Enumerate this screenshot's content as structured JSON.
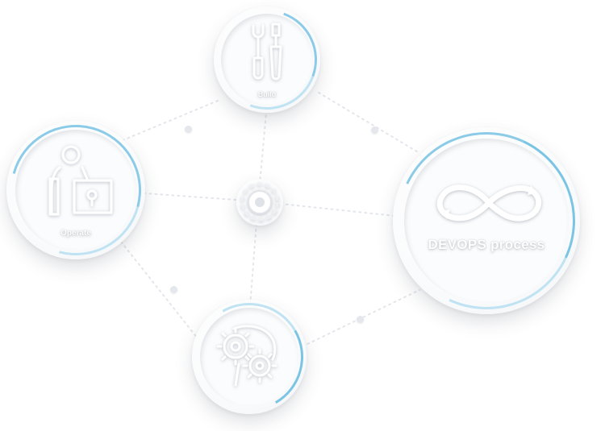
{
  "colors": {
    "accent": "#7cc4e4",
    "accent_light": "#bfe3f2",
    "link": "#dfe3e9",
    "icon": "#ffffff"
  },
  "nodes": {
    "build": {
      "label": "Build",
      "icon": "tools-icon"
    },
    "operate": {
      "label": "Operate",
      "icon": "operator-laptop-icon"
    },
    "process": {
      "label": "DEVOPS process",
      "icon": "infinity-icon"
    },
    "plan": {
      "label": "",
      "icon": "gears-head-icon"
    },
    "hub": {
      "label": "",
      "icon": "gear-icon"
    }
  }
}
